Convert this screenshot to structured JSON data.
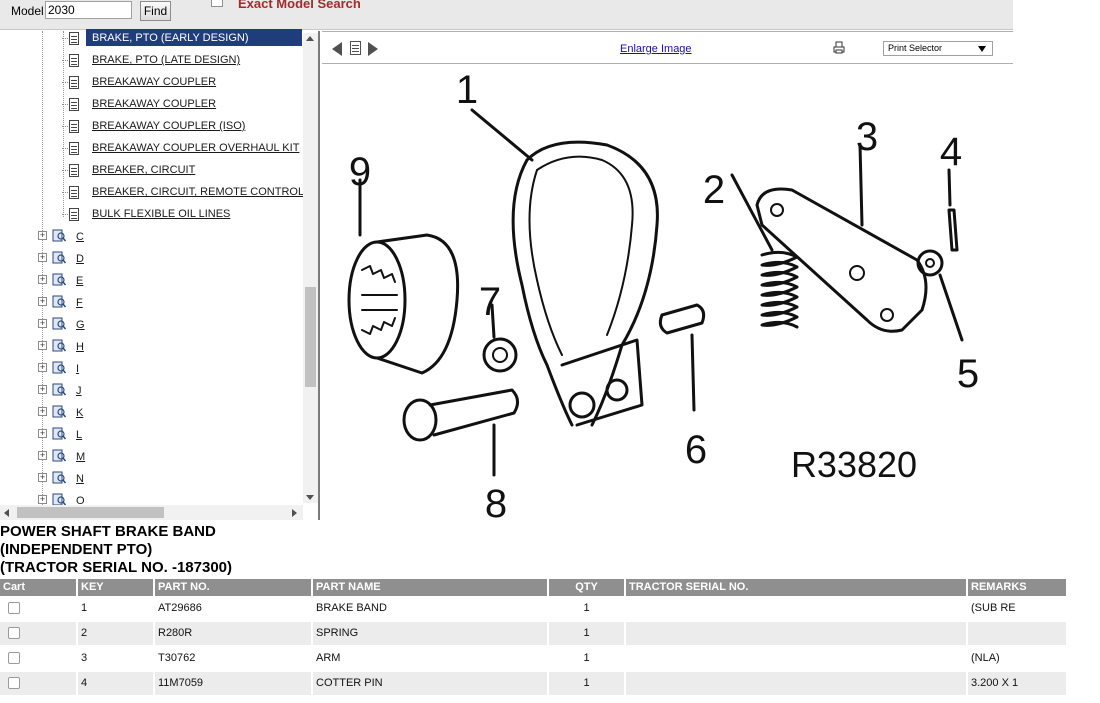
{
  "search": {
    "model_label": "Model",
    "model_value": "2030",
    "find_label": "Find",
    "exact_label": "Exact Model Search",
    "exact_checked": false
  },
  "tree": {
    "doc_items": [
      {
        "label": "BRAKE, PTO (EARLY DESIGN)",
        "selected": true
      },
      {
        "label": "BRAKE, PTO (LATE DESIGN)",
        "selected": false
      },
      {
        "label": "BREAKAWAY COUPLER",
        "selected": false
      },
      {
        "label": "BREAKAWAY COUPLER",
        "selected": false
      },
      {
        "label": "BREAKAWAY COUPLER (ISO)",
        "selected": false
      },
      {
        "label": "BREAKAWAY COUPLER OVERHAUL KIT",
        "selected": false
      },
      {
        "label": "BREAKER, CIRCUIT",
        "selected": false
      },
      {
        "label": "BREAKER, CIRCUIT, REMOTE CONTROL",
        "selected": false
      },
      {
        "label": "BULK FLEXIBLE OIL LINES",
        "selected": false
      }
    ],
    "letters": [
      "C",
      "D",
      "E",
      "F",
      "G",
      "H",
      "I",
      "J",
      "K",
      "L",
      "M",
      "N",
      "O"
    ],
    "expander_glyph": "+",
    "book_icon": "book-magnifier-icon"
  },
  "image_toolbar": {
    "enlarge_label": "Enlarge Image",
    "print_selector_value": "Print Selector",
    "print_icon": "printer-icon"
  },
  "diagram": {
    "callouts": [
      "1",
      "2",
      "3",
      "4",
      "5",
      "6",
      "7",
      "8",
      "9"
    ],
    "drawing_number": "R33820"
  },
  "part": {
    "title_lines": [
      "POWER SHAFT BRAKE BAND",
      "(INDEPENDENT PTO)",
      "(TRACTOR SERIAL NO. -187300)"
    ]
  },
  "table": {
    "columns": [
      "Cart",
      "KEY",
      "PART NO.",
      "PART NAME",
      "QTY",
      "TRACTOR SERIAL NO.",
      "REMARKS"
    ],
    "rows": [
      {
        "key": "1",
        "part_no": "AT29686",
        "part_name": "BRAKE BAND",
        "qty": "1",
        "serial": "",
        "remarks": "(SUB RE"
      },
      {
        "key": "2",
        "part_no": "R280R",
        "part_name": "SPRING",
        "qty": "1",
        "serial": "",
        "remarks": ""
      },
      {
        "key": "3",
        "part_no": "T30762",
        "part_name": "ARM",
        "qty": "1",
        "serial": "",
        "remarks": "(NLA)"
      },
      {
        "key": "4",
        "part_no": "11M7059",
        "part_name": "COTTER PIN",
        "qty": "1",
        "serial": "",
        "remarks": "3.200 X 1"
      }
    ]
  },
  "colors": {
    "selected_bg": "#1f3d7a",
    "header_bg": "#8f8f8f",
    "exact_label": "#a52a2a",
    "link": "#1a0dab"
  }
}
